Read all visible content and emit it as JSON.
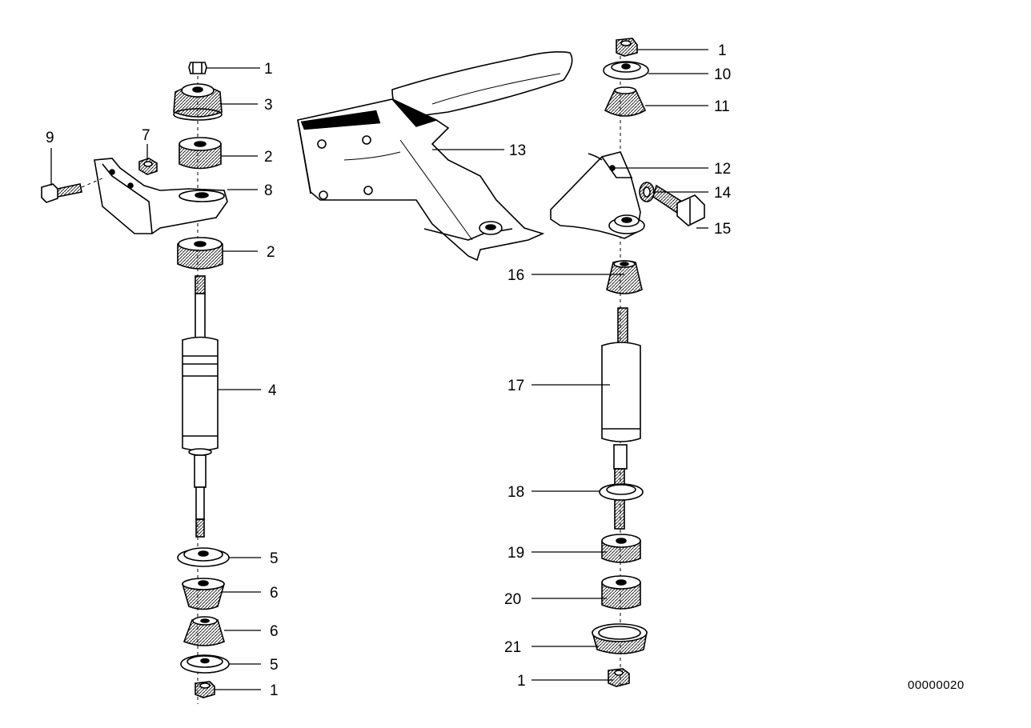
{
  "diagram": {
    "callouts": [
      {
        "id": "c-1-left-top",
        "label": "1"
      },
      {
        "id": "c-3",
        "label": "3"
      },
      {
        "id": "c-2-upper",
        "label": "2"
      },
      {
        "id": "c-9",
        "label": "9"
      },
      {
        "id": "c-7",
        "label": "7"
      },
      {
        "id": "c-8",
        "label": "8"
      },
      {
        "id": "c-2-lower",
        "label": "2"
      },
      {
        "id": "c-4",
        "label": "4"
      },
      {
        "id": "c-5-upper",
        "label": "5"
      },
      {
        "id": "c-6-upper",
        "label": "6"
      },
      {
        "id": "c-6-lower",
        "label": "6"
      },
      {
        "id": "c-5-lower",
        "label": "5"
      },
      {
        "id": "c-1-left-bottom",
        "label": "1"
      },
      {
        "id": "c-13",
        "label": "13"
      },
      {
        "id": "c-1-right-top",
        "label": "1"
      },
      {
        "id": "c-10",
        "label": "10"
      },
      {
        "id": "c-11",
        "label": "11"
      },
      {
        "id": "c-12",
        "label": "12"
      },
      {
        "id": "c-14",
        "label": "14"
      },
      {
        "id": "c-15",
        "label": "15"
      },
      {
        "id": "c-16",
        "label": "16"
      },
      {
        "id": "c-17",
        "label": "17"
      },
      {
        "id": "c-18",
        "label": "18"
      },
      {
        "id": "c-19",
        "label": "19"
      },
      {
        "id": "c-20",
        "label": "20"
      },
      {
        "id": "c-21",
        "label": "21"
      },
      {
        "id": "c-1-right-bottom",
        "label": "1"
      }
    ],
    "drawing_number": "00000020"
  }
}
